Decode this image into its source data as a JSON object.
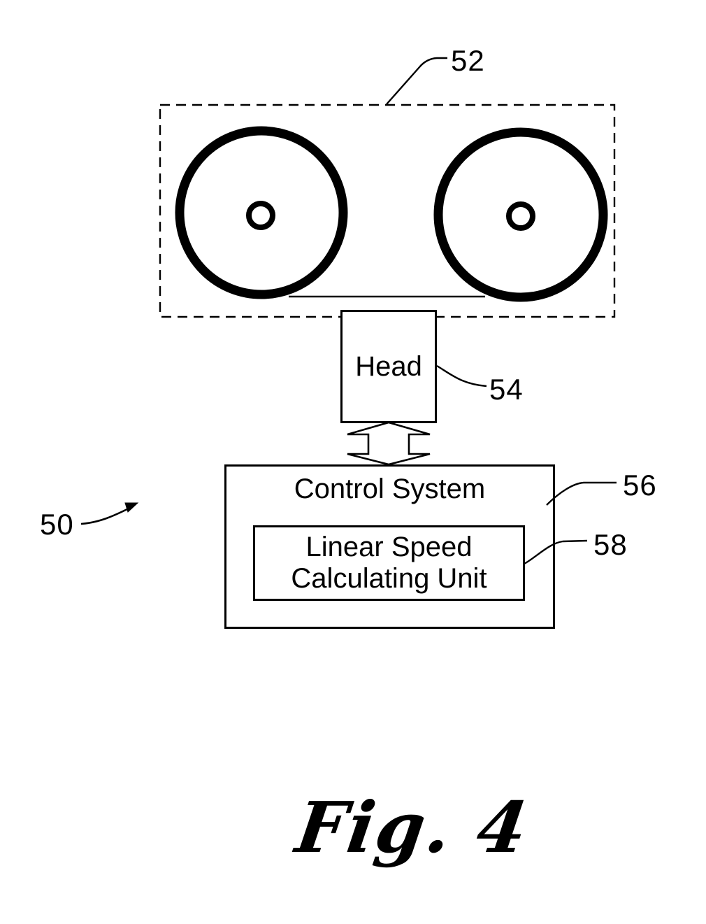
{
  "figure_caption": "Fig. 4",
  "blocks": {
    "tape_cartridge": {
      "ref": "52"
    },
    "head": {
      "label": "Head",
      "ref": "54"
    },
    "control_system": {
      "label": "Control System",
      "ref": "56"
    },
    "linear_speed_unit": {
      "line1": "Linear Speed",
      "line2": "Calculating Unit",
      "ref": "58"
    },
    "system": {
      "ref": "50"
    }
  },
  "colors": {
    "ink": "#000000",
    "background": "#ffffff"
  }
}
